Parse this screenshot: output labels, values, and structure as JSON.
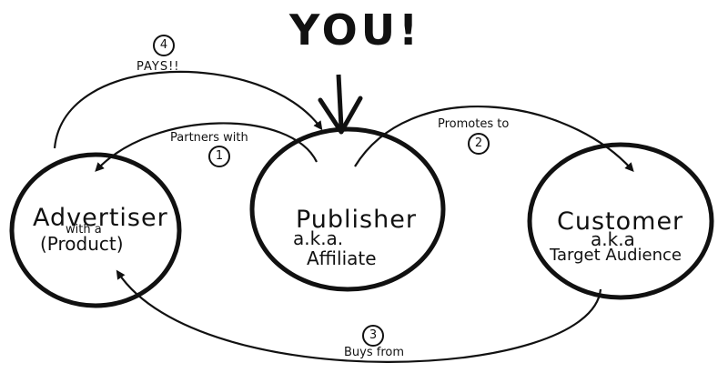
{
  "header": {
    "title": "YOU!"
  },
  "nodes": {
    "advertiser": {
      "name": "Advertiser",
      "with": "with a",
      "product": "(Product)"
    },
    "publisher": {
      "name": "Publisher",
      "aka": "a.k.a.",
      "alias": "Affiliate"
    },
    "customer": {
      "name": "Customer",
      "aka": "a.k.a",
      "alias": "Target Audience"
    }
  },
  "steps": [
    {
      "number": "1",
      "label": "Partners with"
    },
    {
      "number": "2",
      "label": "Promotes to"
    },
    {
      "number": "3",
      "label": "Buys from"
    },
    {
      "number": "4",
      "label": "PAYS!!"
    }
  ],
  "colors": {
    "ink": "#111111",
    "background": "#ffffff"
  }
}
